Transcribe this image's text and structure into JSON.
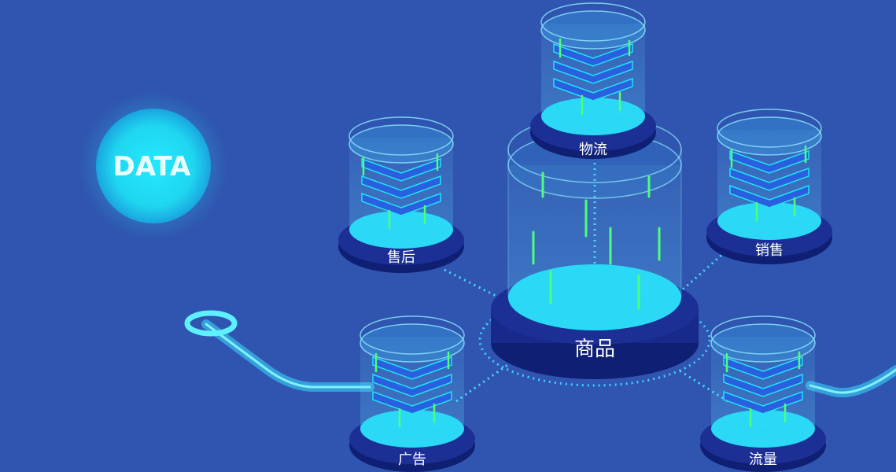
{
  "badge": {
    "text": "DATA"
  },
  "hub": {
    "label": "商品"
  },
  "nodes": [
    {
      "id": "logistics",
      "label": "物流"
    },
    {
      "id": "after-sales",
      "label": "售后"
    },
    {
      "id": "sales",
      "label": "销售"
    },
    {
      "id": "ads",
      "label": "广告"
    },
    {
      "id": "traffic",
      "label": "流量"
    }
  ],
  "colors": {
    "background": "#2f55b0",
    "glow": "#25e8ff",
    "cyan": "#1fe2f5",
    "navy": "#16277f",
    "green": "#4dff7a"
  }
}
